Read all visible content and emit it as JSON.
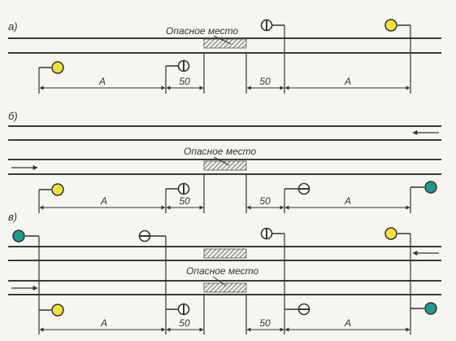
{
  "panels": [
    {
      "label": "а)",
      "danger_label": "Опасное место",
      "dims": {
        "a_left": "А",
        "fifty_left": "50",
        "fifty_right": "50",
        "a_right": "А"
      }
    },
    {
      "label": "б)",
      "danger_label": "Опасное место",
      "dims": {
        "a_left": "А",
        "fifty_left": "50",
        "fifty_right": "50",
        "a_right": "А"
      }
    },
    {
      "label": "в)",
      "danger_label": "Опасное место",
      "dims": {
        "a_left": "А",
        "fifty_left": "50",
        "fifty_right": "50",
        "a_right": "А"
      }
    }
  ],
  "colors": {
    "track": "#3a3a3a",
    "signal_yellow": "#f1e23a",
    "signal_green": "#1f9a8f",
    "hatch": "#555555",
    "text": "#333333"
  }
}
